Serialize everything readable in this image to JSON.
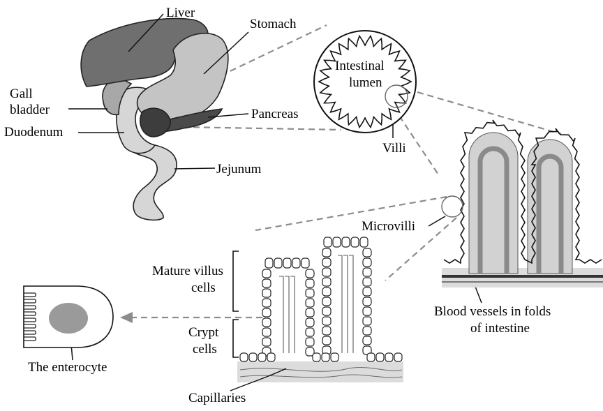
{
  "labels": {
    "liver": "Liver",
    "stomach": "Stomach",
    "gall_bladder_line1": "Gall",
    "gall_bladder_line2": "bladder",
    "duodenum": "Duodenum",
    "pancreas": "Pancreas",
    "jejunum": "Jejunum",
    "lumen_line1": "Intestinal",
    "lumen_line2": "lumen",
    "villi": "Villi",
    "microvilli": "Microvilli",
    "mature_line1": "Mature villus",
    "mature_line2": "cells",
    "crypt_line1": "Crypt",
    "crypt_line2": "cells",
    "blood_line1": "Blood vessels in folds",
    "blood_line2": "of intestine",
    "enterocyte": "The enterocyte",
    "capillaries": "Capillaries"
  },
  "colors": {
    "liver": "#6f6f6f",
    "stomach": "#c4c4c4",
    "intestine": "#d6d6d6",
    "pancreas": "#4a4a4a",
    "duodenum_dark": "#3d3d3d",
    "villus_core": "#d2d2d2",
    "vessel": "#8a8a8a",
    "nucleus": "#9a9a9a",
    "dashed": "#8c8c8c",
    "tissue": "#dcdcdc"
  }
}
